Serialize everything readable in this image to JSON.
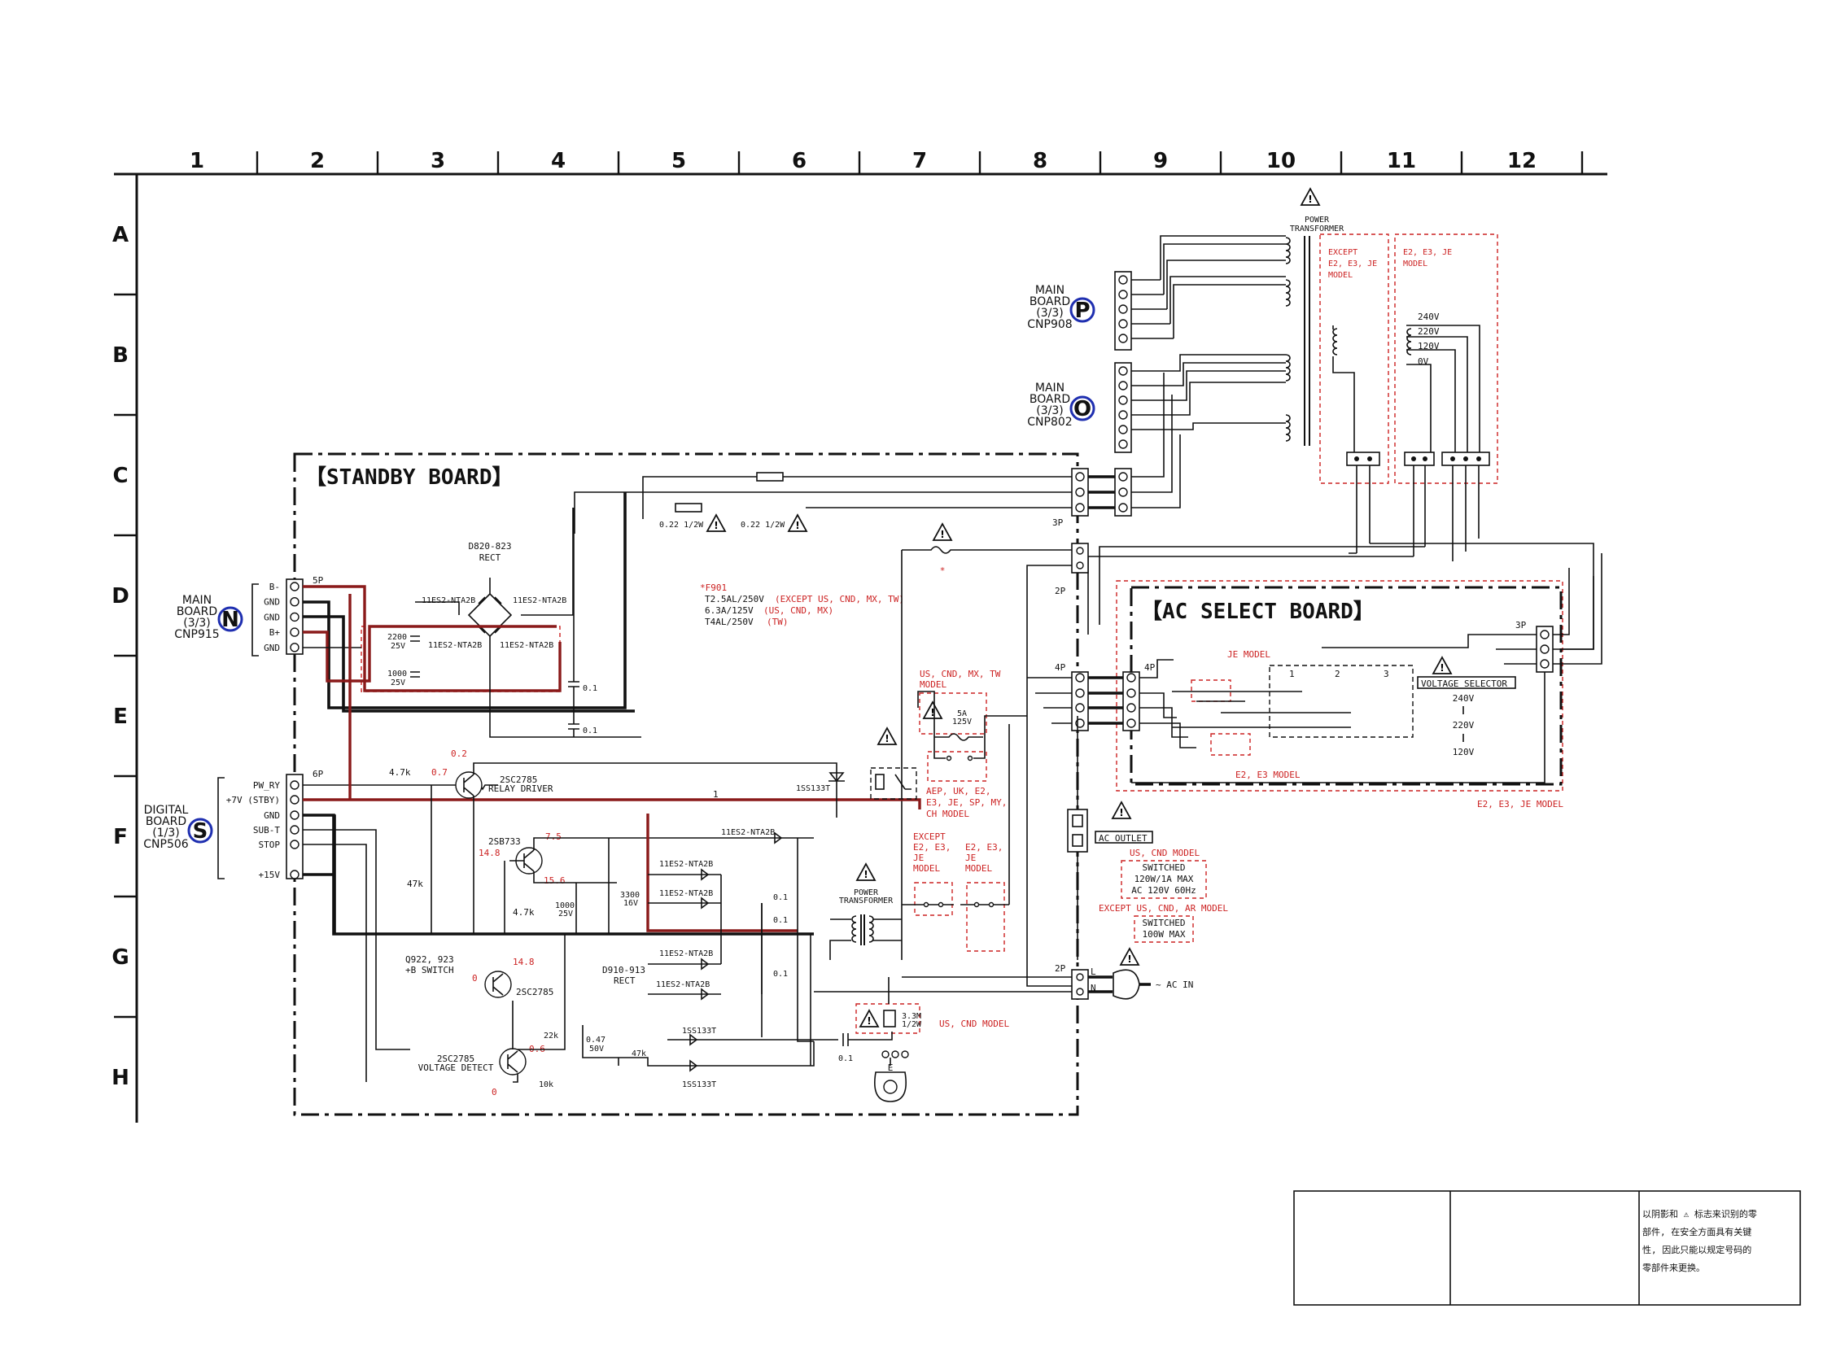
{
  "grid": {
    "columns": [
      "1",
      "2",
      "3",
      "4",
      "5",
      "6",
      "7",
      "8",
      "9",
      "10",
      "11",
      "12"
    ],
    "rows": [
      "A",
      "B",
      "C",
      "D",
      "E",
      "F",
      "G",
      "H"
    ]
  },
  "boards": {
    "standby": "【STANDBY BOARD】",
    "ac_select": "【AC SELECT BOARD】"
  },
  "connectors": {
    "main_p": {
      "lines": [
        "MAIN",
        "BOARD",
        "(3/3)",
        "CNP908"
      ],
      "badge": "P"
    },
    "main_o": {
      "lines": [
        "MAIN",
        "BOARD",
        "(3/3)",
        "CNP802"
      ],
      "badge": "O"
    },
    "main_n": {
      "lines": [
        "MAIN",
        "BOARD",
        "(3/3)",
        "CNP915"
      ],
      "badge": "N"
    },
    "digital_s": {
      "lines": [
        "DIGITAL",
        "BOARD",
        "(1/3)",
        "CNP506"
      ],
      "badge": "S"
    }
  },
  "pins_n": [
    "B-",
    "GND",
    "GND",
    "B+",
    "GND"
  ],
  "pins_s": [
    "PW_RY",
    "+7V (STBY)",
    "GND",
    "SUB-T",
    "STOP",
    "+15V"
  ],
  "pin_counts": {
    "n": "5P",
    "s": "6P",
    "c3": "3P",
    "d2": "2P",
    "e4": "4P",
    "ac4": "4P",
    "ac3": "3P",
    "g2": "2P"
  },
  "transformer_top": [
    "POWER",
    "TRANSFORMER"
  ],
  "transformer_bottom": [
    "POWER",
    "TRANSFORMER"
  ],
  "regions": {
    "except_e2": [
      "EXCEPT",
      "E2, E3, JE",
      "MODEL"
    ],
    "e2_e3_je": [
      "E2, E3, JE",
      "MODEL"
    ]
  },
  "taps": [
    "240V",
    "220V",
    "120V",
    "0V"
  ],
  "resistors_c": [
    "0.22 1/2W",
    "0.22 1/2W"
  ],
  "rect": {
    "name": "D820-823",
    "sub": "RECT"
  },
  "diodes_bridge": [
    "11ES2-NTA2B",
    "11ES2-NTA2B",
    "11ES2-NTA2B",
    "11ES2-NTA2B"
  ],
  "caps_d": [
    {
      "v": "2200",
      "r": "25V"
    },
    {
      "v": "1000",
      "r": "25V"
    }
  ],
  "caps_01": [
    "0.1",
    "0.1"
  ],
  "fuse_note": {
    "title": "*F901",
    "lines": [
      {
        "spec": "T2.5AL/250V",
        "model": "(EXCEPT US, CND, MX, TW)"
      },
      {
        "spec": "6.3A/125V",
        "model": "(US, CND, MX)"
      },
      {
        "spec": "T4AL/250V",
        "model": "(TW)"
      }
    ]
  },
  "fuse_star": "*",
  "us_cnd_mx_tw": [
    "US, CND, MX, TW",
    "MODEL"
  ],
  "fuse_5a": [
    "5A",
    "125V"
  ],
  "aep_note": [
    "AEP, UK, E2,",
    "E3, JE, SP, MY,",
    "CH MODEL"
  ],
  "except_e2_e3": [
    "EXCEPT",
    "E2, E3,",
    "JE",
    "MODEL"
  ],
  "e2_e3_je_small": [
    "E2, E3,",
    "JE",
    "MODEL"
  ],
  "relay_driver": {
    "v_top": "0.2",
    "v_base": "0.7",
    "part": "2SC2785",
    "name": "RELAY DRIVER"
  },
  "res_47k": "4.7k",
  "res_1": "1",
  "diode_1ss133t": "1SS133T",
  "trans_2sb733": {
    "part": "2SB733",
    "ve": "7.5",
    "vb": "14.8",
    "vc": "15.6"
  },
  "res_47k_v": "47k",
  "res_47k_2": "4.7k",
  "cap_1000": [
    "1000",
    "25V"
  ],
  "cap_3300": [
    "3300",
    "16V"
  ],
  "diodes_11es2": [
    "11ES2-NTA2B",
    "11ES2-NTA2B",
    "11ES2-NTA2B",
    "11ES2-NTA2B",
    "11ES2-NTA2B"
  ],
  "caps_01_f": [
    "0.1",
    "0.1",
    "0.1"
  ],
  "q922": {
    "name": "Q922, 923",
    "sub": "+B SWITCH",
    "part": "2SC2785",
    "vc": "14.8",
    "vb": "0"
  },
  "d910": [
    "D910-913",
    "RECT"
  ],
  "voltage_detect": {
    "part": "2SC2785",
    "name": "VOLTAGE DETECT",
    "vc": "0.6",
    "vb": "0"
  },
  "res_22k": "22k",
  "cap_047": [
    "0.47",
    "50V"
  ],
  "res_10k": "10k",
  "res_47k_h": "47k",
  "diodes_1ss": [
    "1SS133T",
    "1SS133T"
  ],
  "cap_01_h": "0.1",
  "res_33m": [
    "3.3M",
    "1/2W"
  ],
  "us_cnd_model": "US, CND MODEL",
  "ground_e": "E",
  "ac_outlet": "AC OUTLET",
  "switched_us": {
    "title": "US, CND MODEL",
    "lines": [
      "SWITCHED",
      "120W/1A MAX",
      "AC 120V 60Hz"
    ]
  },
  "switched_except": {
    "title": "EXCEPT US, CND, AR MODEL",
    "lines": [
      "SWITCHED",
      "100W MAX"
    ]
  },
  "ac_in": "~ AC IN",
  "plug_pins": [
    "L",
    "N"
  ],
  "ac_select": {
    "je_model": "JE MODEL",
    "e2_e3_model": "E2, E3 MODEL",
    "selector": "VOLTAGE SELECTOR",
    "positions": [
      "240V",
      "220V",
      "120V"
    ],
    "switch_nums": [
      "1",
      "2",
      "3"
    ],
    "footer": "E2, E3, JE MODEL"
  },
  "safety_note": [
    "以阴影和 ⚠ 标志来识别的零",
    "部件, 在安全方面具有关键",
    "性, 因此只能以规定号码的",
    "零部件来更换。"
  ]
}
